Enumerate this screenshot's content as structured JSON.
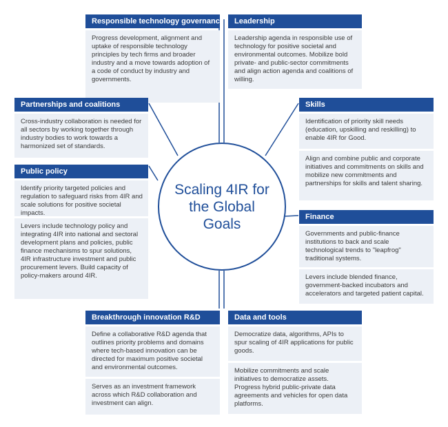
{
  "center": {
    "title": "Scaling 4IR for the Global Goals"
  },
  "cards": {
    "governance": {
      "title": "Responsible technology governance",
      "sections": [
        "Progress development, alignment and uptake of responsible technology principles by tech firms and broader industry and a move towards adoption of a code of conduct by industry and governments."
      ]
    },
    "leadership": {
      "title": "Leadership",
      "sections": [
        "Leadership agenda in responsible use of technology for positive societal and environmental outcomes. Mobilize bold private- and public-sector commitments and align action agenda and coalitions of willing."
      ]
    },
    "partnerships": {
      "title": "Partnerships and coalitions",
      "sections": [
        "Cross-industry collaboration is needed for all sectors by working together through industry bodies to work towards a harmonized set of standards."
      ]
    },
    "skills": {
      "title": "Skills",
      "sections": [
        "Identification of priority skill needs (education, upskilling and reskilling) to enable 4IR for Good.",
        "Align and combine public and corporate initiatives and commitments on skills and mobilize new commitments and partnerships for skills and talent sharing."
      ]
    },
    "public_policy": {
      "title": "Public policy",
      "sections": [
        "Identify priority targeted policies and regulation to safeguard risks from 4IR and scale solutions for positive societal impacts.",
        "Levers include technology policy and integrating 4IR into national and sectoral development plans and policies, public finance mechanisms to spur solutions, 4IR infrastructure investment and public procurement levers. Build capacity of policy-makers around 4IR."
      ]
    },
    "finance": {
      "title": "Finance",
      "sections": [
        "Governments and public-finance institutions to back and scale technological trends to \"leapfrog\" traditional systems.",
        "Levers include blended finance, government-backed incubators and accelerators and targeted patient capital."
      ]
    },
    "innovation": {
      "title": "Breakthrough innovation R&D",
      "sections": [
        "Define a collaborative R&D agenda that outlines priority problems and domains where tech-based innovation can be directed for maximum positive societal and environmental outcomes.",
        "Serves as an investment framework across which R&D collaboration and investment can align."
      ]
    },
    "data_tools": {
      "title": "Data and tools",
      "sections": [
        "Democratize data, algorithms, APIs to spur scaling of 4IR applications for public goods.",
        "Mobilize commitments and scale initiatives to democratize assets. Progress hybrid public-private data agreements and vehicles for open data platforms."
      ]
    }
  },
  "colors": {
    "primary": "#1f4e99",
    "panel": "#ecf0f6",
    "text": "#3a3a3a"
  }
}
